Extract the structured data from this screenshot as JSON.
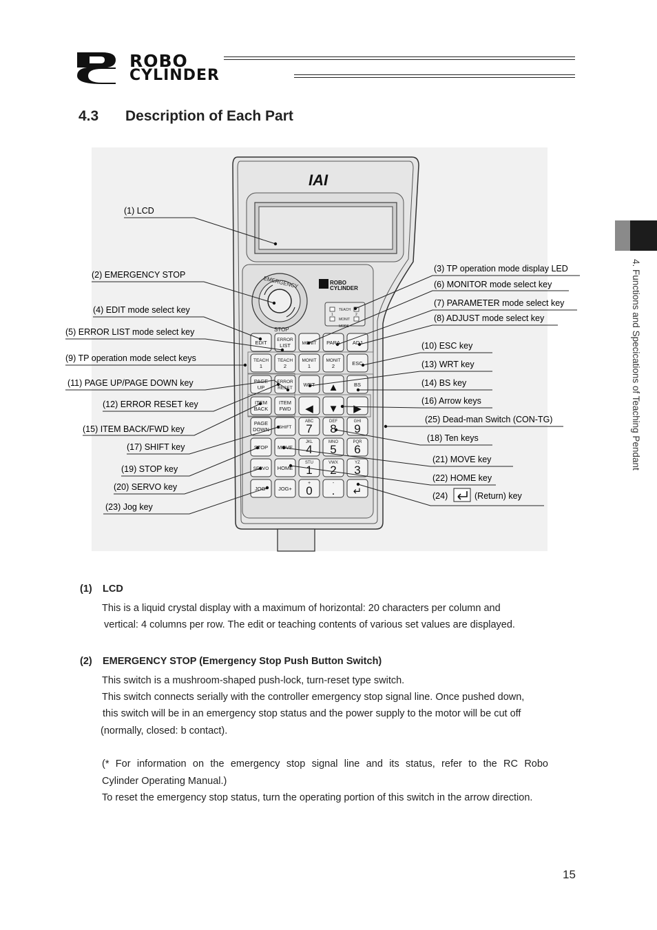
{
  "header": {
    "logo_word1": "ROBO",
    "logo_word2": "CYLINDER"
  },
  "section": {
    "number": "4.3",
    "title": "Description of Each Part"
  },
  "side_tab": {
    "label": "4. Functions and Specications of Teaching Pendant"
  },
  "figure": {
    "device": {
      "brand": "IAI",
      "logo_word1": "ROBO",
      "logo_word2": "CYLINDER",
      "estop_text_top": "EMERGENCY",
      "estop_text_bottom": "STOP",
      "led_labels": [
        "TEACH",
        "1",
        "2",
        "MONIT",
        "MODE"
      ],
      "keys": {
        "row1": [
          "EDIT",
          "ERROR LIST",
          "MONIT",
          "PARA",
          "ADJ"
        ],
        "row2": [
          "TEACH 1",
          "TEACH 2",
          "MONIT 1",
          "MONIT 2",
          "ESC"
        ],
        "row3": [
          "PAGE UP",
          "ERROR RESET",
          "WRT",
          "▲",
          "BS"
        ],
        "row4": [
          "ITEM BACK",
          "ITEM FWD",
          "◀",
          "▼",
          "▶"
        ],
        "row5": [
          "PAGE DOWN",
          "SHIFT",
          "7",
          "8",
          "9"
        ],
        "row6": [
          "STOP",
          "MOVE",
          "4",
          "5",
          "6"
        ],
        "row7": [
          "SERVO",
          "HOME",
          "1",
          "2",
          "3"
        ],
        "row8": [
          "JOG-",
          "JOG+",
          "0",
          ".",
          "↵"
        ],
        "sub_labels": [
          "ABC",
          "DEF",
          "GHI",
          "JKL",
          "MNO",
          "PQR",
          "STU",
          "VWX",
          "YZ",
          "+",
          "-"
        ]
      }
    },
    "callouts_left": [
      "(1) LCD",
      "(2) EMERGENCY STOP",
      "(4) EDIT mode select key",
      "(5) ERROR LIST mode select key",
      "(9) TP operation mode select keys",
      "(11) PAGE UP/PAGE DOWN key",
      "(12) ERROR RESET key",
      "(15) ITEM BACK/FWD key",
      "(17) SHIFT key",
      "(19) STOP key",
      "(20) SERVO key",
      "(23) Jog key"
    ],
    "callouts_right": [
      "(3) TP operation mode display LED",
      "(6) MONITOR mode select key",
      "(7) PARAMETER mode select key",
      "(8) ADJUST mode select key",
      "(10) ESC key",
      "(13) WRT key",
      "(14) BS key",
      "(16) Arrow keys",
      "(25) Dead-man Switch (CON-TG)",
      "(18) Ten keys",
      "(21) MOVE key",
      "(22) HOME key",
      "(24)",
      "(Return) key"
    ]
  },
  "items": [
    {
      "number": "(1)",
      "title": "LCD",
      "lines": [
        "This is a liquid crystal display with a maximum of horizontal: 20 characters per column and",
        "vertical: 4  columns per row. The edit or teaching contents of various set values are displayed."
      ]
    },
    {
      "number": "(2)",
      "title": "EMERGENCY STOP (Emergency Stop Push Button Switch)",
      "lines": [
        "This switch is a mushroom-shaped push-lock, turn-reset type switch.",
        "This switch connects serially with the controller emergency stop signal line. Once pushed down,",
        "this  switch will be in an emergency stop status and the power supply to the motor will be cut off",
        "(normally, closed: b contact).",
        "(* For information on the emergency stop signal line and its status, refer to the RC Robo",
        "Cylinder Operating Manual.)",
        "To reset the emergency stop status, turn the operating portion of this switch in the arrow direction."
      ]
    }
  ],
  "page_number": "15"
}
